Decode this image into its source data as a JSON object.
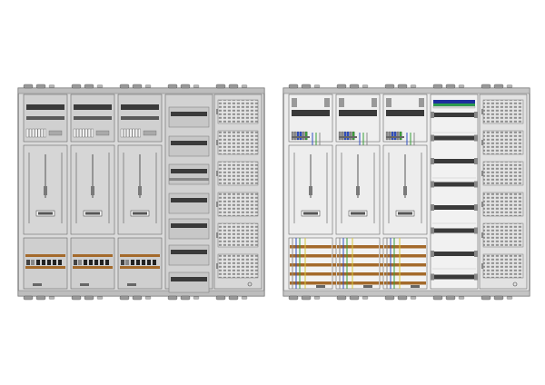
{
  "cabinets": [
    {
      "id": "closed",
      "view": "with-covers",
      "meter_fields": 3,
      "distribution_fields": 1,
      "pull_section_fields": 1,
      "pull_section_panels": 6
    },
    {
      "id": "open",
      "view": "without-covers",
      "meter_fields": 3,
      "distribution_fields": 1,
      "pull_section_fields": 1,
      "pull_section_panels": 6,
      "distribution_din_rails": 8
    }
  ],
  "colors": {
    "housing": "#dadada",
    "frame_outline": "#555555",
    "cover_panel": "#cfcfcf",
    "dark_rail": "#3a3a3a",
    "terminal_brown": "#a46a2b",
    "terminal_blue": "#2f4fc4",
    "terminal_green": "#3aa03a",
    "terminal_grey": "#8c8c8c",
    "terminal_yellow": "#d8c83a",
    "busbar_green": "#2d9d4f",
    "busbar_blue": "#1d2f9d"
  }
}
